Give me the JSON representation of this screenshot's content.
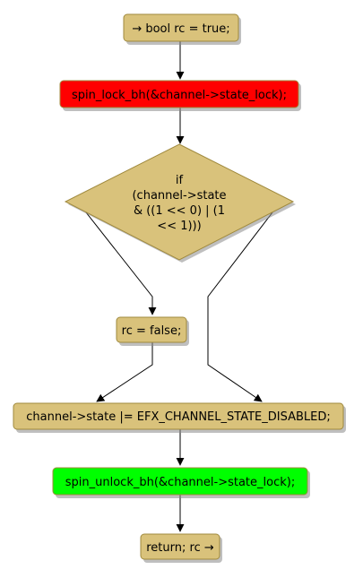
{
  "colors": {
    "node_fill": "#D9C27B",
    "node_border": "#A08A3E",
    "lock_fill": "#FF0000",
    "unlock_fill": "#00FF00",
    "shadow": "#8A8A8A",
    "edge": "#000000"
  },
  "nodes": {
    "start": "→ bool rc = true;",
    "lock": "spin_lock_bh(&channel->state_lock);",
    "condition": [
      "if",
      "(channel->state",
      "& ((1 << 0) | (1",
      "<< 1)))"
    ],
    "assign_false": "rc = false;",
    "set_state": "channel->state |= EFX_CHANNEL_STATE_DISABLED;",
    "unlock": "spin_unlock_bh(&channel->state_lock);",
    "end": "return; rc →"
  }
}
